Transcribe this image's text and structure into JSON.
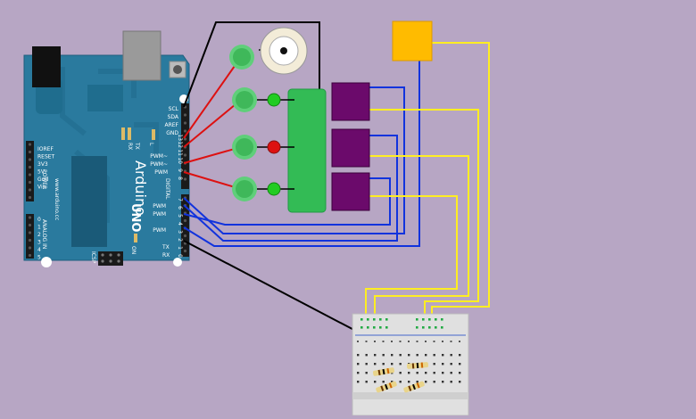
{
  "board": {
    "brand": "Arduino",
    "model": "UNO",
    "url": "www.arduino.cc",
    "power_header_labels": [
      "IOREF",
      "RESET",
      "3V3",
      "5V",
      "Gnd",
      "Vin"
    ],
    "power_section_label": "POWER",
    "analog_section_label": "ANALOG IN",
    "analog_pins": [
      "0",
      "1",
      "2",
      "3",
      "4",
      "5"
    ],
    "top_right_labels": [
      "SCL",
      "SDA",
      "AREF",
      "GND"
    ],
    "digital_numbers": [
      "13",
      "12",
      "11",
      "10",
      "9",
      "8",
      "7",
      "6",
      "5",
      "4",
      "3",
      "2",
      "1",
      "0"
    ],
    "pwm_label": "PWM",
    "pwm_labels_upper": [
      "PWM~",
      "PWM~",
      "PWM"
    ],
    "digital_label": "DIGITAL",
    "tx_label": "TX",
    "rx_label": "RX",
    "led_tx": "TX",
    "led_rx": "RX",
    "led_l": "L",
    "on_label": "ON",
    "icsp_label": "ICSP",
    "colors": {
      "board": "#2a7a9e",
      "board_dark": "#1f5f7e",
      "header": "#1a1a1a"
    }
  },
  "components": {
    "servo_buttons": 4,
    "leds": [
      "green",
      "red",
      "green"
    ],
    "led_colors": {
      "green": "#22cc22",
      "red": "#dd1111"
    },
    "piezo": "piezo-buzzer",
    "ldr": "light-sensor",
    "relays": 3,
    "colors": {
      "button": "#5fcf7a",
      "module": "#33bb55",
      "relay": "#6b0a6b",
      "sensor": "#ffbb00"
    }
  },
  "wire_colors": {
    "red": "#dd1111",
    "blue": "#1133dd",
    "yellow": "#ffee22",
    "black": "#000000"
  },
  "breadboard": {
    "resistors": 4
  }
}
